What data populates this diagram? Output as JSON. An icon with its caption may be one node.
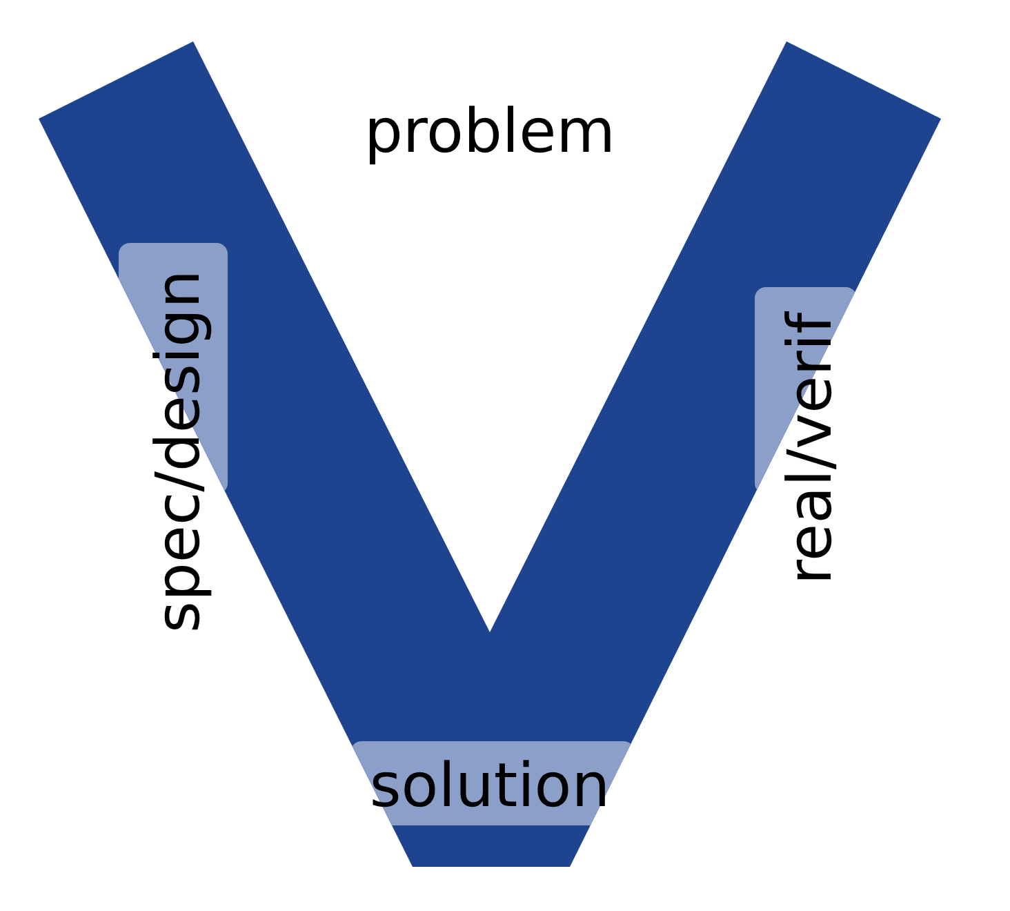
{
  "diagram": {
    "nodes": [
      {
        "text": [
          "spec/design"
        ]
      },
      {
        "text": [
          "real/verif"
        ]
      },
      {
        "text": [
          "solution"
        ]
      }
    ],
    "labels": [
      "problem"
    ]
  }
}
